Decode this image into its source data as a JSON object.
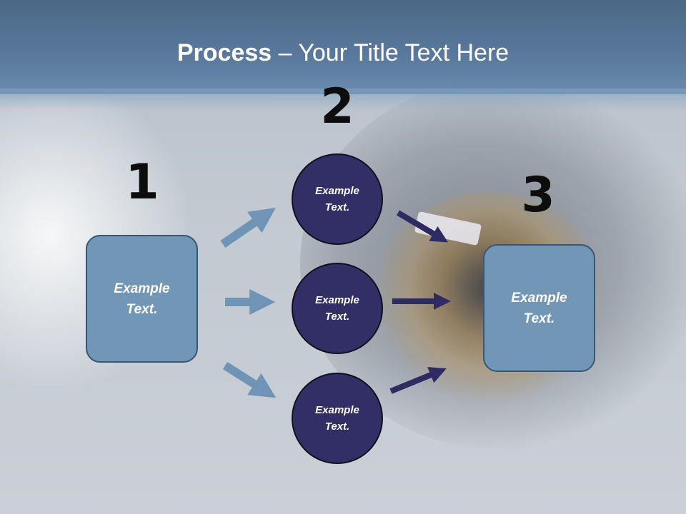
{
  "title": {
    "bold": "Process",
    "rest": " – Your Title Text Here"
  },
  "steps": {
    "one": "1",
    "two": "2",
    "three": "3"
  },
  "nodes": {
    "left_box": "Example\nText.",
    "circle_top": "Example\nText.",
    "circle_middle": "Example\nText.",
    "circle_bottom": "Example\nText.",
    "right_box": "Example\nText."
  },
  "colors": {
    "title_band": "#58779a",
    "box_fill": "#7196b6",
    "box_border": "#3b5673",
    "circle_fill": "#322f66",
    "arrow_light": "#6f94b6",
    "arrow_dark": "#2e2a62"
  }
}
